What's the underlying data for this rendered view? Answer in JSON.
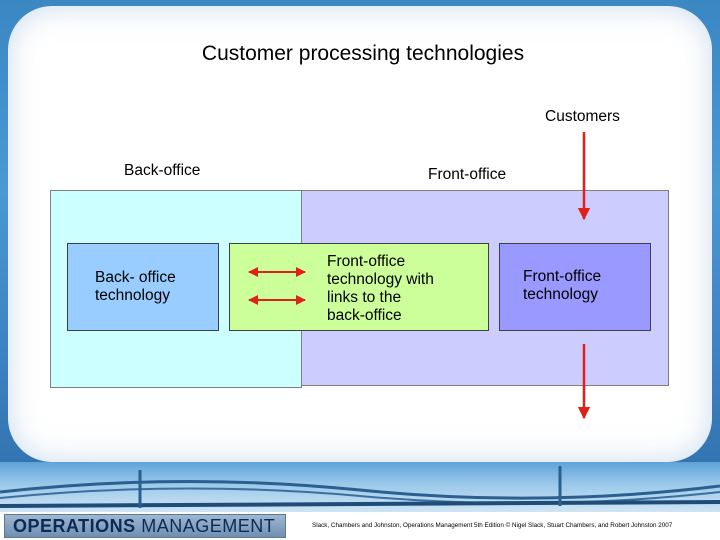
{
  "slide": {
    "title": "Customer processing technologies"
  },
  "diagram": {
    "customers_label": "Customers",
    "back_office_label": "Back-office",
    "front_office_label": "Front-office",
    "boxes": {
      "back_office_tech": [
        "Back- office",
        "technology"
      ],
      "linked_tech": [
        "Front-office",
        "technology with",
        "links to the",
        "back-office"
      ],
      "front_office_tech": [
        "Front-office",
        "technology"
      ]
    },
    "colors": {
      "back_office_zone": "#ccffff",
      "front_office_zone": "#ccccff",
      "back_office_tech_box": "#99ccff",
      "linked_tech_box": "#ccff99",
      "front_office_tech_box": "#9999ff",
      "arrow": "#e0201b"
    }
  },
  "footer": {
    "logo_prefix": "OPERATIONS",
    "logo_suffix": "MANAGEMENT",
    "copyright": "Slack, Chambers and Johnston, Operations Management 5th Edition © Nigel Slack, Stuart Chambers, and Robert Johnston 2007"
  }
}
